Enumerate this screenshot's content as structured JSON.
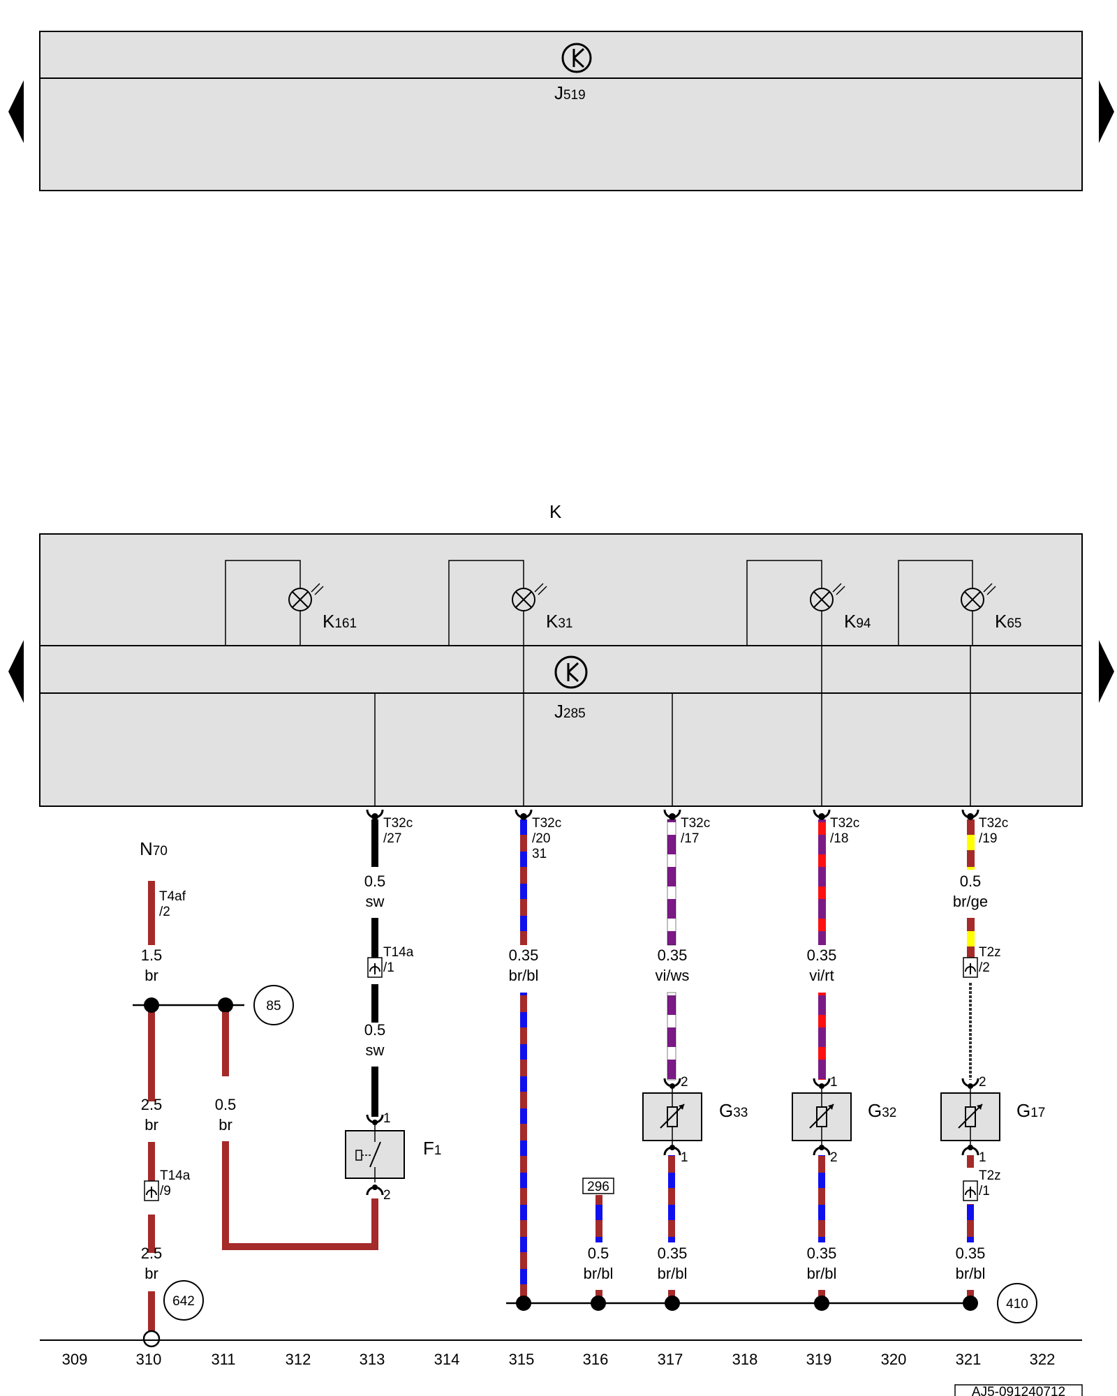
{
  "top_module": {
    "label": "J",
    "sub": "519"
  },
  "cluster": {
    "title": "K",
    "lamps": [
      {
        "label": "K",
        "sub": "161"
      },
      {
        "label": "K",
        "sub": "31"
      },
      {
        "label": "K",
        "sub": "94"
      },
      {
        "label": "K",
        "sub": "65"
      }
    ],
    "module": {
      "label": "J",
      "sub": "285"
    }
  },
  "pins": {
    "p27": {
      "conn": "T32c",
      "pin": "/27"
    },
    "p20": {
      "conn": "T32c",
      "pin": "/20",
      "extra": "31"
    },
    "p17": {
      "conn": "T32c",
      "pin": "/17"
    },
    "p18": {
      "conn": "T32c",
      "pin": "/18"
    },
    "p19": {
      "conn": "T32c",
      "pin": "/19"
    }
  },
  "n70": {
    "label": "N",
    "sub": "70",
    "conn": "T4af",
    "pin": "/2"
  },
  "wire_labels": {
    "n70_a": {
      "size": "1.5",
      "color": "br"
    },
    "n70_b": {
      "size": "2.5",
      "color": "br"
    },
    "n70_c": {
      "size": "2.5",
      "color": "br"
    },
    "b311": {
      "size": "0.5",
      "color": "br"
    },
    "sw_a": {
      "size": "0.5",
      "color": "sw"
    },
    "sw_b": {
      "size": "0.5",
      "color": "sw"
    },
    "c315": {
      "size": "0.35",
      "color": "br/bl"
    },
    "c317": {
      "size": "0.35",
      "color": "vi/ws"
    },
    "c319": {
      "size": "0.35",
      "color": "vi/rt"
    },
    "c321": {
      "size": "0.5",
      "color": "br/ge"
    },
    "c316": {
      "size": "0.5",
      "color": "br/bl"
    },
    "g33_out": {
      "size": "0.35",
      "color": "br/bl"
    },
    "g32_out": {
      "size": "0.35",
      "color": "br/bl"
    },
    "g17_out": {
      "size": "0.35",
      "color": "br/bl"
    }
  },
  "connectors": {
    "t14a_1": {
      "conn": "T14a",
      "pin": "/1"
    },
    "t14a_9": {
      "conn": "T14a",
      "pin": "/9"
    },
    "t2z_2": {
      "conn": "T2z",
      "pin": "/2"
    },
    "t2z_1": {
      "conn": "T2z",
      "pin": "/1"
    }
  },
  "components": {
    "f1": {
      "label": "F",
      "sub": "1",
      "pin_top": "1",
      "pin_bottom": "2"
    },
    "g33": {
      "label": "G",
      "sub": "33",
      "pin_top": "2",
      "pin_bottom": "1"
    },
    "g32": {
      "label": "G",
      "sub": "32",
      "pin_top": "1",
      "pin_bottom": "2"
    },
    "g17": {
      "label": "G",
      "sub": "17",
      "pin_top": "2",
      "pin_bottom": "1"
    }
  },
  "references": {
    "r85": "85",
    "r642": "642",
    "r410": "410",
    "r296": "296"
  },
  "grid_numbers": [
    "309",
    "310",
    "311",
    "312",
    "313",
    "314",
    "315",
    "316",
    "317",
    "318",
    "319",
    "320",
    "321",
    "322"
  ],
  "footer_code": "AJ5-091240712",
  "colors": {
    "br": "#a52a2a",
    "bl": "#1010ee",
    "vi": "#7b1a86",
    "ws": "#ffffff",
    "rt": "#ff1111",
    "ge": "#ffff00",
    "sw": "#000000",
    "panel": "#e1e1e1"
  }
}
